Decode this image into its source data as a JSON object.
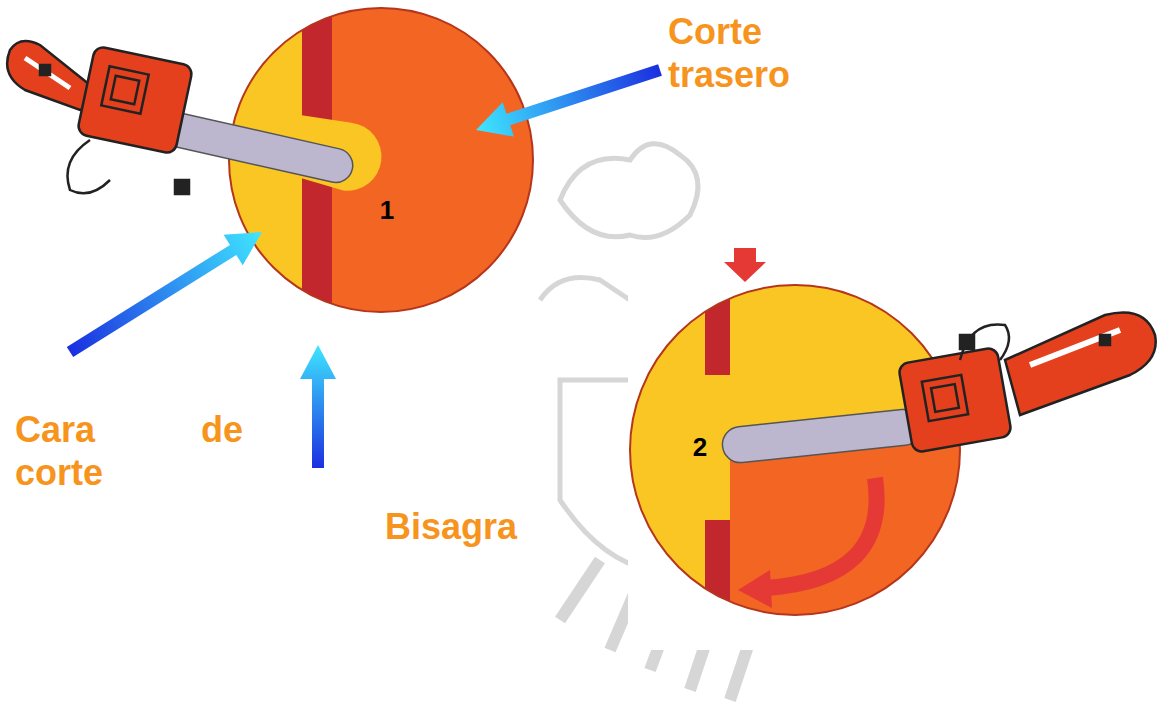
{
  "diagram": {
    "nodes": [
      {
        "text": [
          "1"
        ]
      },
      {
        "text": [
          "2"
        ]
      }
    ],
    "labels": [
      "Corte trasero",
      "Cara de corte",
      "Bisagra"
    ]
  }
}
